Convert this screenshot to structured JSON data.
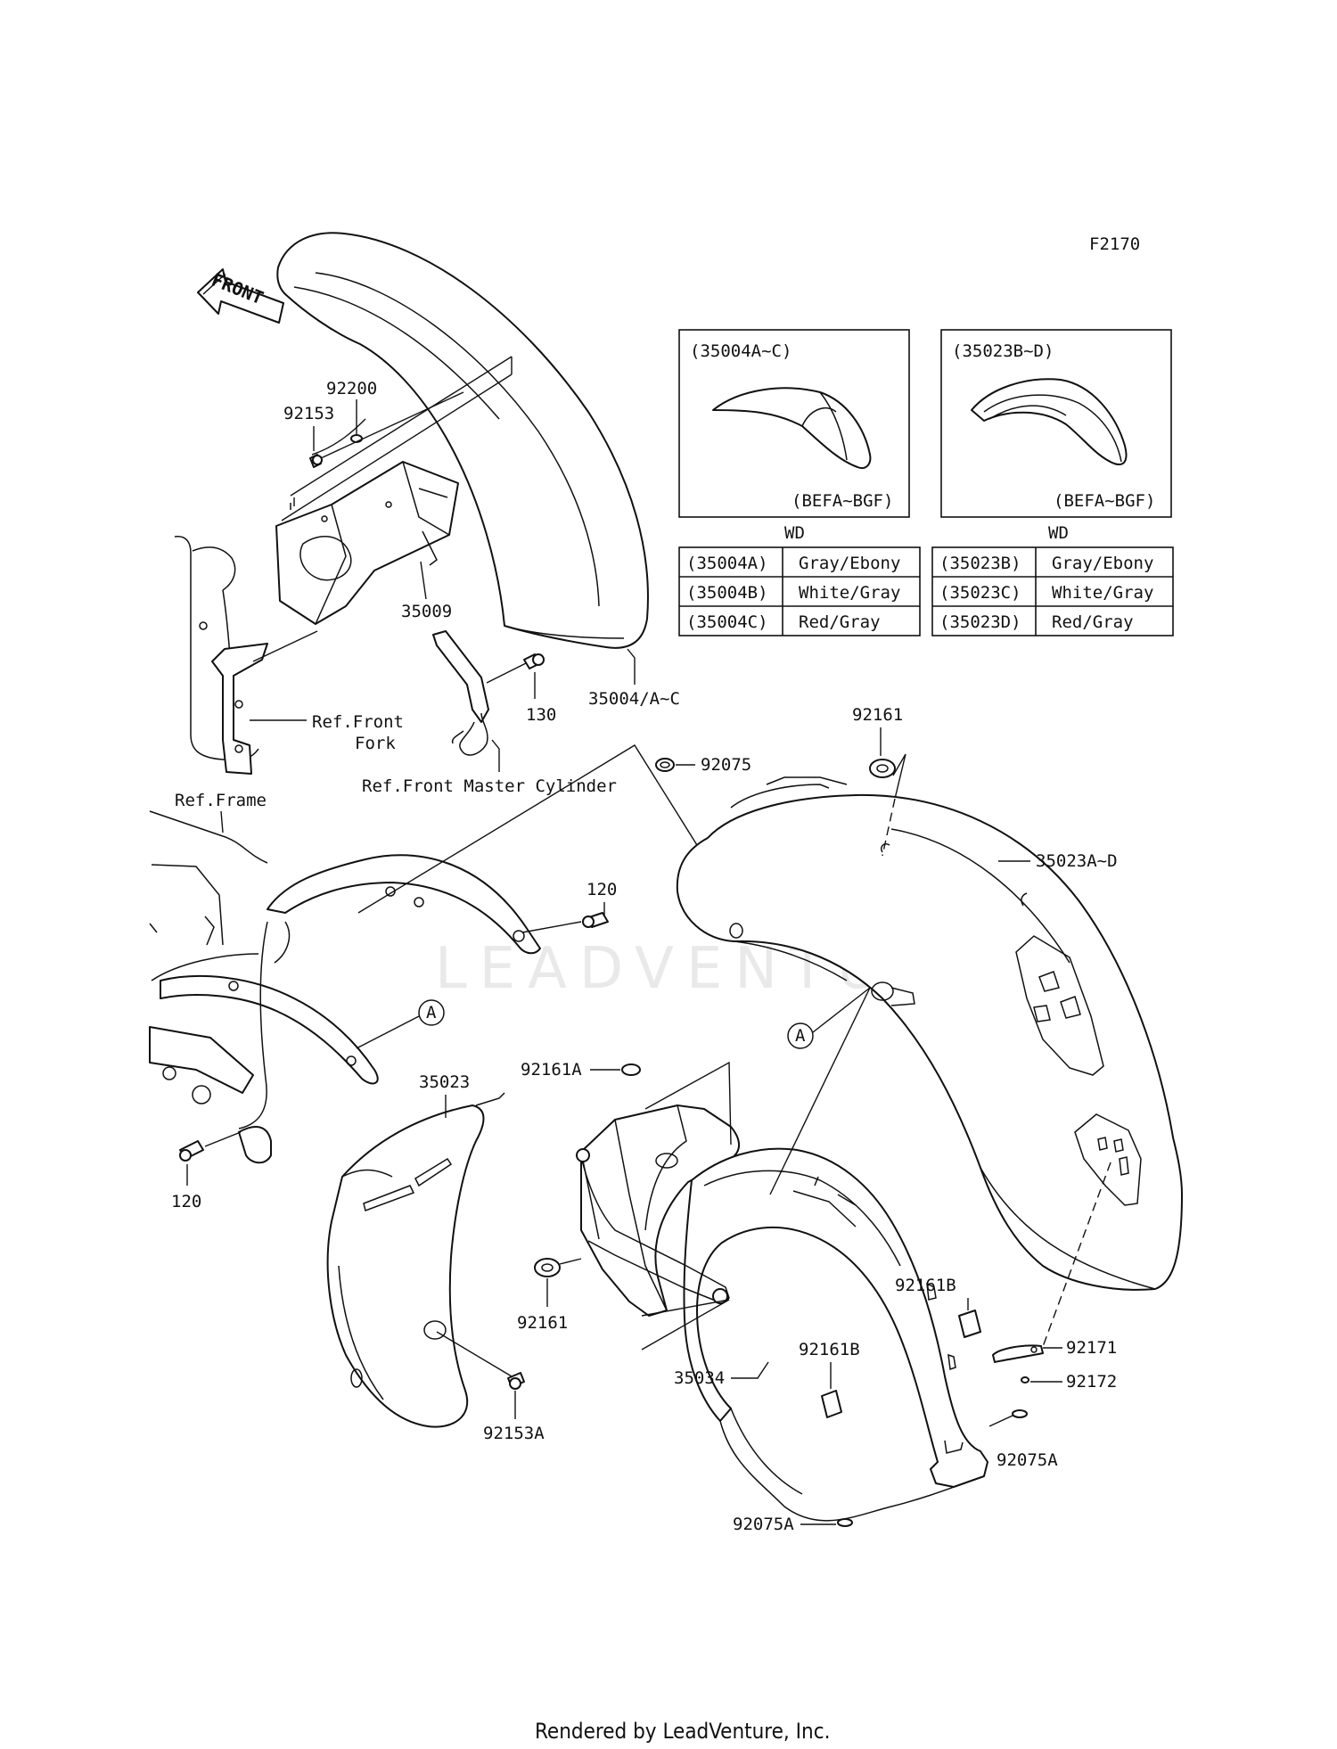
{
  "figure_code": "F2170",
  "watermark": "LEADVENTURE",
  "footer": "Rendered by LeadVenture, Inc.",
  "direction_tag": "FRONT",
  "callout_marker": "A",
  "labels": {
    "p92200": "92200",
    "p92153": "92153",
    "p35009": "35009",
    "p130": "130",
    "p35004": "35004/A~C",
    "ref_front_fork_1": "Ref.Front",
    "ref_front_fork_2": "Fork",
    "ref_master_cyl": "Ref.Front Master Cylinder",
    "ref_frame": "Ref.Frame",
    "p92075": "92075",
    "p92161_top": "92161",
    "p35023AD": "35023A~D",
    "p120_top": "120",
    "p120_bottom": "120",
    "p35023": "35023",
    "p92161A": "92161A",
    "p92161_mid": "92161",
    "p92161B_right": "92161B",
    "p92161B_mid": "92161B",
    "p35034": "35034",
    "p92171": "92171",
    "p92172": "92172",
    "p92075A_right": "92075A",
    "p92075A_bottom": "92075A",
    "p92153A": "92153A"
  },
  "insets": [
    {
      "title": "(35004A~C)",
      "code": "(BEFA~BGF)",
      "caption": "WD"
    },
    {
      "title": "(35023B~D)",
      "code": "(BEFA~BGF)",
      "caption": "WD"
    }
  ],
  "color_tables": [
    {
      "rows": [
        {
          "part": "(35004A)",
          "color": "Gray/Ebony"
        },
        {
          "part": "(35004B)",
          "color": "White/Gray"
        },
        {
          "part": "(35004C)",
          "color": "Red/Gray"
        }
      ]
    },
    {
      "rows": [
        {
          "part": "(35023B)",
          "color": "Gray/Ebony"
        },
        {
          "part": "(35023C)",
          "color": "White/Gray"
        },
        {
          "part": "(35023D)",
          "color": "Red/Gray"
        }
      ]
    }
  ]
}
